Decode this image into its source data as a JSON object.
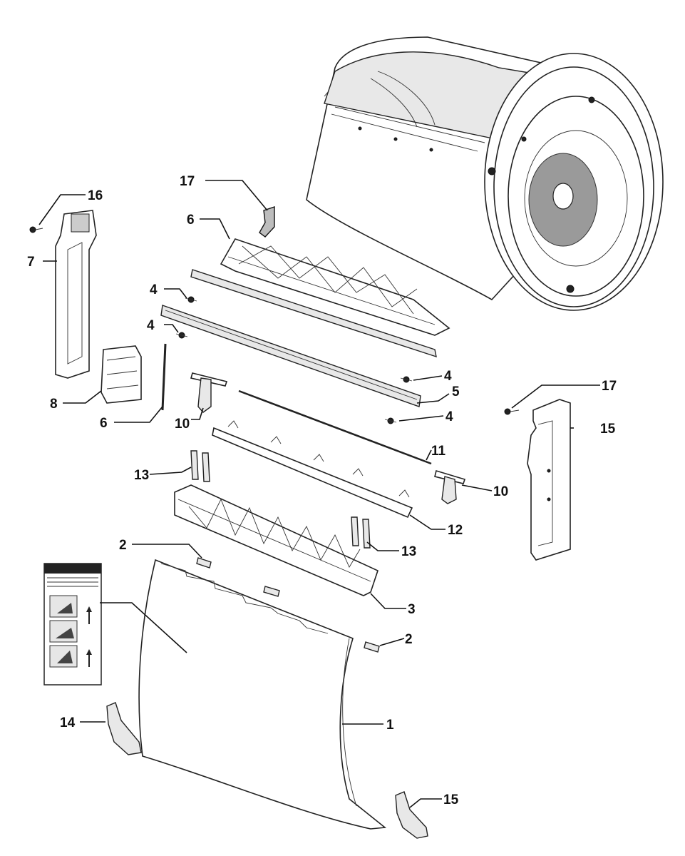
{
  "diagram": {
    "labels": [
      {
        "id": "1",
        "text": "1"
      },
      {
        "id": "2a",
        "text": "2"
      },
      {
        "id": "2b",
        "text": "2"
      },
      {
        "id": "3",
        "text": "3"
      },
      {
        "id": "4a",
        "text": "4"
      },
      {
        "id": "4b",
        "text": "4"
      },
      {
        "id": "4c",
        "text": "4"
      },
      {
        "id": "4d",
        "text": "4"
      },
      {
        "id": "5",
        "text": "5"
      },
      {
        "id": "6a",
        "text": "6"
      },
      {
        "id": "6b",
        "text": "6"
      },
      {
        "id": "7",
        "text": "7"
      },
      {
        "id": "8",
        "text": "8"
      },
      {
        "id": "10a",
        "text": "10"
      },
      {
        "id": "10b",
        "text": "10"
      },
      {
        "id": "11",
        "text": "11"
      },
      {
        "id": "12",
        "text": "12"
      },
      {
        "id": "13a",
        "text": "13"
      },
      {
        "id": "13b",
        "text": "13"
      },
      {
        "id": "14",
        "text": "14"
      },
      {
        "id": "15a",
        "text": "15"
      },
      {
        "id": "15b",
        "text": "15"
      },
      {
        "id": "16",
        "text": "16"
      },
      {
        "id": "17a",
        "text": "17"
      },
      {
        "id": "17b",
        "text": "17"
      }
    ]
  }
}
